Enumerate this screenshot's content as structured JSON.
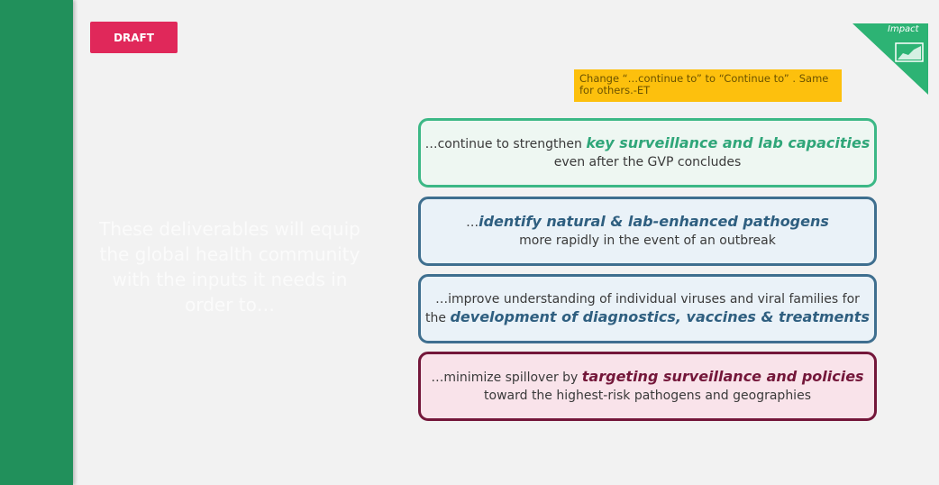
{
  "draft_label": "DRAFT",
  "intro": "These deliverables will equip the global health community with the inputs it needs in order to…",
  "comment": "Change “…continue to” to “Continue to” . Same for others.-ET",
  "corner": {
    "label": "Impact",
    "icon": "chart-area-icon"
  },
  "colors": {
    "sidebar": "#21905b",
    "draft": "#e0285a",
    "note": "#fdc00d"
  },
  "boxes": [
    {
      "pre": "…continue to strengthen ",
      "hl": "key surveillance and lab capacities",
      "post": "even after the GVP concludes"
    },
    {
      "pre": "…",
      "hl": "identify natural & lab-enhanced pathogens",
      "post": "more rapidly in the event of an outbreak"
    },
    {
      "pre": "…improve understanding of individual viruses and viral families for",
      "pre2": "the ",
      "hl": "development of diagnostics, vaccines & treatments"
    },
    {
      "pre": "…minimize spillover by ",
      "hl": "targeting surveillance and policies",
      "post": "toward the highest-risk pathogens and geographies"
    }
  ]
}
